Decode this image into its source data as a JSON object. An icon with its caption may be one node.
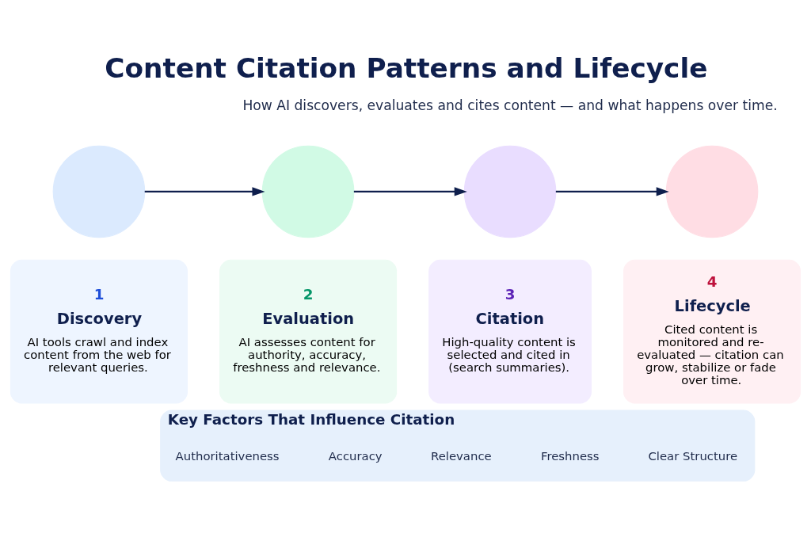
{
  "diagram": {
    "title": "Content Citation Patterns and Lifecycle",
    "nodes": [
      {
        "text": [],
        "shape": "circle"
      },
      {
        "text": [],
        "shape": "circle"
      },
      {
        "text": [],
        "shape": "circle"
      },
      {
        "text": [],
        "shape": "circle"
      },
      {
        "text": [
          "1",
          "Discovery",
          "AI tools crawl and index content from the web for relevant queries."
        ]
      },
      {
        "text": [
          "2",
          "Evaluation",
          "AI assesses content for authority, accuracy, freshness and relevance."
        ]
      },
      {
        "text": [
          "3",
          "Citation",
          "High-quality content is selected and cited in (search summaries)."
        ]
      },
      {
        "text": [
          "4",
          "Lifecycle",
          "Cited content is monitored and re-evaluated — citation can grow, stabilize or fade over time."
        ]
      },
      {
        "text": [
          "Key Factors That Influence Citation"
        ]
      },
      {
        "text": [
          "Authoritativeness"
        ],
        "in": 8
      },
      {
        "text": [
          "Accuracy"
        ],
        "in": 8
      },
      {
        "text": [
          "Relevance"
        ],
        "in": 8
      },
      {
        "text": [
          "Freshness"
        ],
        "in": 8
      },
      {
        "text": [
          "Clear Structure"
        ],
        "in": 8
      }
    ],
    "edges": [
      {
        "from": 0,
        "to": 1,
        "arrow": "to"
      },
      {
        "from": 1,
        "to": 2,
        "arrow": "to"
      },
      {
        "from": 2,
        "to": 3,
        "arrow": "to"
      }
    ],
    "labels": [
      "How AI discovers, evaluates and cites content — and what happens over time."
    ]
  }
}
